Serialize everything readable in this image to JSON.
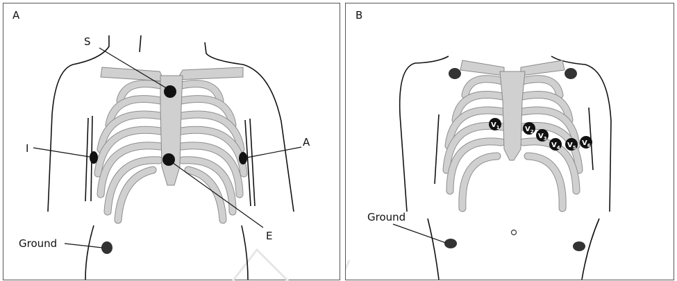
{
  "panel_a": {
    "letter": "A",
    "labels": {
      "s": "S",
      "i": "I",
      "a": "A",
      "e": "E",
      "ground": "Ground"
    }
  },
  "panel_b": {
    "letter": "B",
    "ground": "Ground",
    "precordial": [
      {
        "v": "V",
        "sub": "1"
      },
      {
        "v": "V",
        "sub": "2"
      },
      {
        "v": "V",
        "sub": "3"
      },
      {
        "v": "V",
        "sub": "4"
      },
      {
        "v": "V",
        "sub": "5"
      },
      {
        "v": "V",
        "sub": "6"
      }
    ]
  },
  "colors": {
    "bone": "#d0d0d0",
    "electrode": "#111111",
    "outline": "#111111"
  }
}
